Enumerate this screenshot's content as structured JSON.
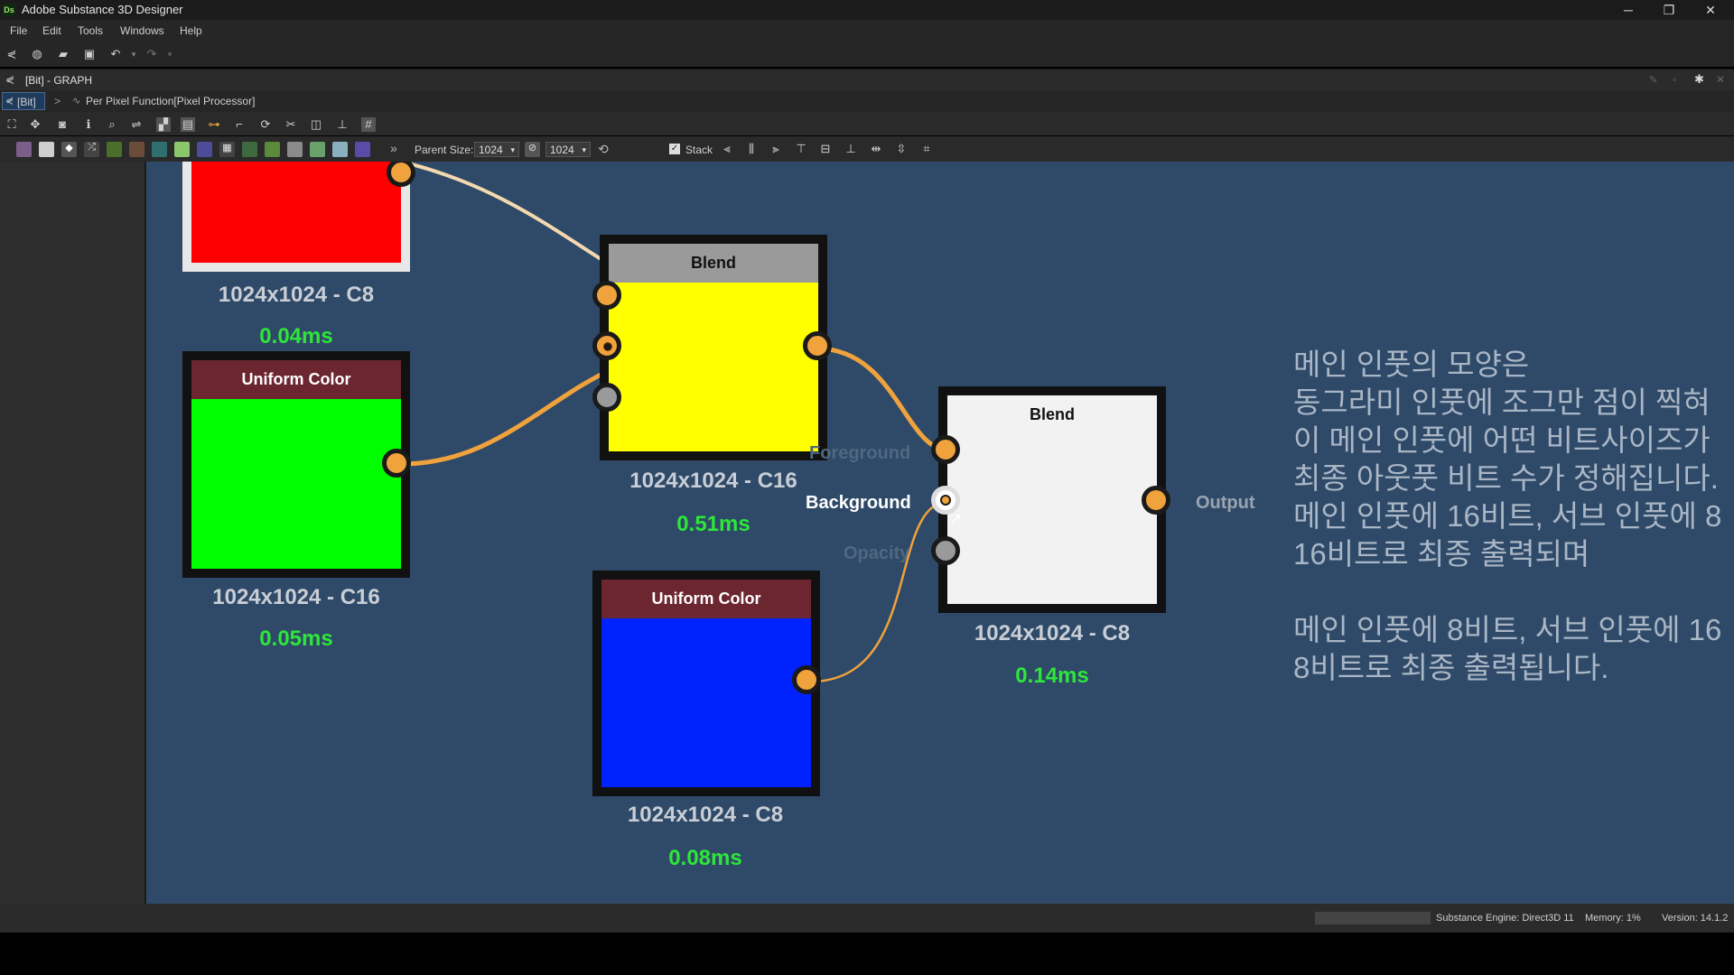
{
  "window": {
    "app_title": "Adobe Substance 3D Designer",
    "logo_text": "Ds",
    "minimize_icon": "─",
    "restore_icon": "❐",
    "close_icon": "✕"
  },
  "menu": {
    "items": [
      "File",
      "Edit",
      "Tools",
      "Windows",
      "Help"
    ]
  },
  "graph_header": {
    "title": "[Bit] - GRAPH"
  },
  "breadcrumb": {
    "root": "[Bit]",
    "separator": ">",
    "current": "Per Pixel Function[Pixel Processor]"
  },
  "toolbar3": {
    "parent_size_label": "Parent Size:",
    "width_value": "1024",
    "height_value": "1024",
    "stack_label": "Stack",
    "more_icon": "»"
  },
  "nodes": {
    "red": {
      "resolution": "1024x1024 - C8",
      "time": "0.04ms",
      "color": "#ff0000"
    },
    "green": {
      "title": "Uniform Color",
      "resolution": "1024x1024 - C16",
      "time": "0.05ms",
      "color": "#00ff00"
    },
    "blend1": {
      "title": "Blend",
      "resolution": "1024x1024 - C16",
      "time": "0.51ms",
      "color": "#ffff00"
    },
    "blue": {
      "title": "Uniform Color",
      "resolution": "1024x1024 - C8",
      "time": "0.08ms",
      "color": "#0022ff"
    },
    "blend2": {
      "title": "Blend",
      "resolution": "1024x1024 - C8",
      "time": "0.14ms",
      "color": "#f2f2f2",
      "port_foreground": "Foreground",
      "port_background": "Background",
      "port_opacity": "Opacity",
      "port_output": "Output"
    }
  },
  "annotation": {
    "lines": [
      "메인 인풋의 모양은",
      "동그라미 인풋에 조그만 점이 찍혀",
      "이 메인 인풋에 어떤 비트사이즈가",
      "최종 아웃풋 비트 수가 정해집니다.",
      "메인 인풋에 16비트, 서브 인풋에 8",
      "16비트로 최종 출력되며",
      "",
      "메인 인풋에 8비트, 서브 인풋에 16",
      "8비트로 최종 출력됩니다."
    ]
  },
  "status": {
    "engine": "Substance Engine: Direct3D 11",
    "memory": "Memory: 1%",
    "version": "Version: 14.1.2"
  },
  "colors": {
    "canvas": "#2f4a68",
    "port": "#f0a33c",
    "wire": "#f0a33c",
    "time": "#2ee63a"
  }
}
